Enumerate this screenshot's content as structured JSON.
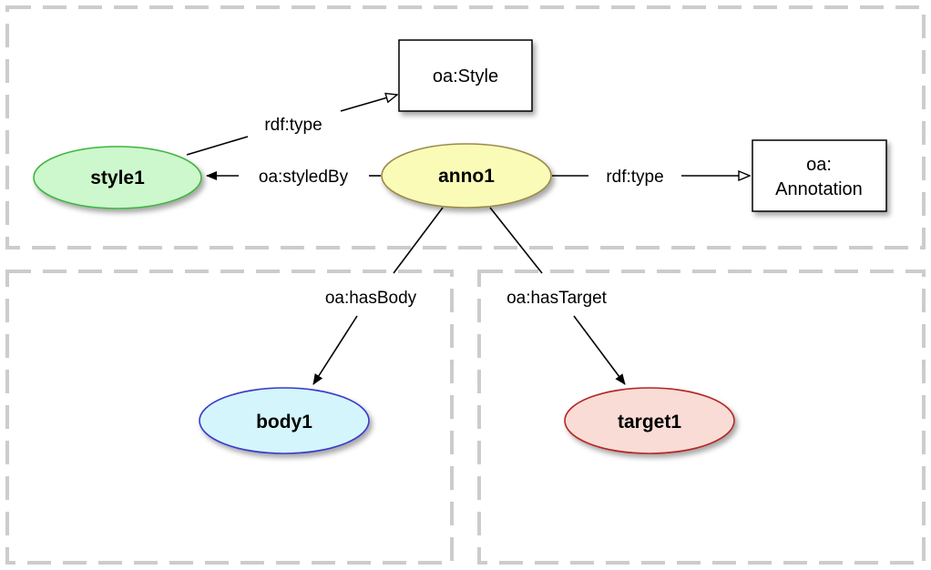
{
  "nodes": {
    "anno1": {
      "label": "anno1",
      "fill": "#fbfbb8",
      "stroke": "#9a8a4a"
    },
    "style1": {
      "label": "style1",
      "fill": "#cdf7cd",
      "stroke": "#3fb53f"
    },
    "body1": {
      "label": "body1",
      "fill": "#d4f5fb",
      "stroke": "#3a3acb"
    },
    "target1": {
      "label": "target1",
      "fill": "#f9dcd6",
      "stroke": "#b52525"
    }
  },
  "classes": {
    "style": {
      "label": "oa:Style"
    },
    "annotation": {
      "line1": "oa:",
      "line2": "Annotation"
    }
  },
  "edges": {
    "style_type": "rdf:type",
    "styled_by": "oa:styledBy",
    "anno_type": "rdf:type",
    "has_body": "oa:hasBody",
    "has_target": "oa:hasTarget"
  },
  "colors": {
    "region_border": "#cccccc",
    "edge": "#000000"
  }
}
